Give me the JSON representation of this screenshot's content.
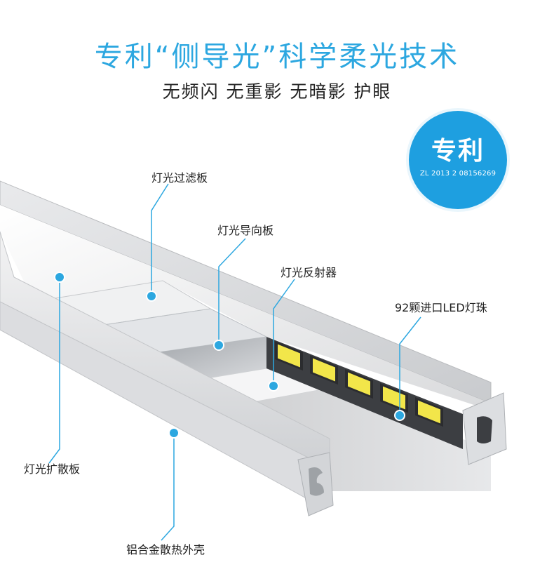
{
  "title": "专利“侧导光”科学柔光技术",
  "subtitle": "无频闪 无重影 无暗影 护眼",
  "badge": {
    "title": "专利",
    "number": "ZL 2013 2 08156269"
  },
  "labels": {
    "filter": "灯光过滤板",
    "guide": "灯光导向板",
    "reflector": "灯光反射器",
    "leds": "92颗进口LED灯珠",
    "diffuser": "灯光扩散板",
    "housing": "铝合金散热外壳"
  },
  "colors": {
    "accent": "#2ca7e0",
    "badge": "#1e9fe0",
    "led": "#f2e64a"
  }
}
